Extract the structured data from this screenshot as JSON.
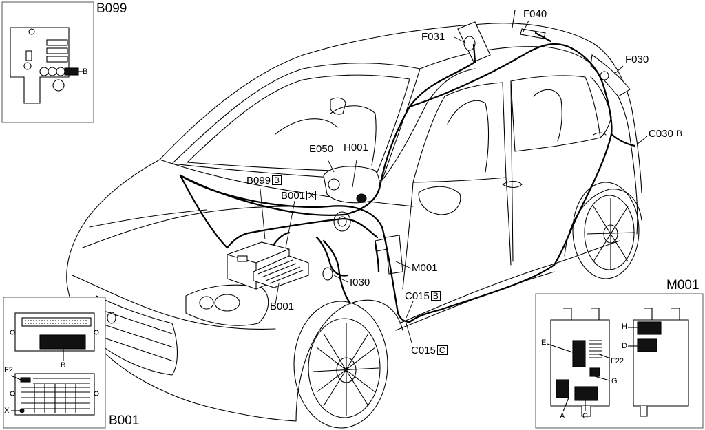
{
  "insets": {
    "b099": {
      "title": "B099",
      "pin_b": "B"
    },
    "b001": {
      "title": "B001",
      "pin_b": "B",
      "pin_f2": "F2",
      "pin_x": "X"
    },
    "m001": {
      "title": "M001",
      "pins": [
        "A",
        "C",
        "D",
        "E",
        "F22",
        "G",
        "H"
      ]
    }
  },
  "callouts": {
    "f040": "F040",
    "f031": "F031",
    "f030": "F030",
    "c030": {
      "code": "C030",
      "suffix": "B"
    },
    "e050": "E050",
    "h001": "H001",
    "b099": {
      "code": "B099",
      "suffix": "B"
    },
    "b001x": {
      "code": "B001",
      "suffix": "X"
    },
    "m001": "M001",
    "i030": "I030",
    "b001": "B001",
    "c015b": {
      "code": "C015",
      "suffix": "B"
    },
    "c015c": {
      "code": "C015",
      "suffix": "C"
    }
  },
  "colors": {
    "line": "#000000",
    "wire": "#000000",
    "fill_dark": "#111111",
    "frame": "#555555"
  }
}
